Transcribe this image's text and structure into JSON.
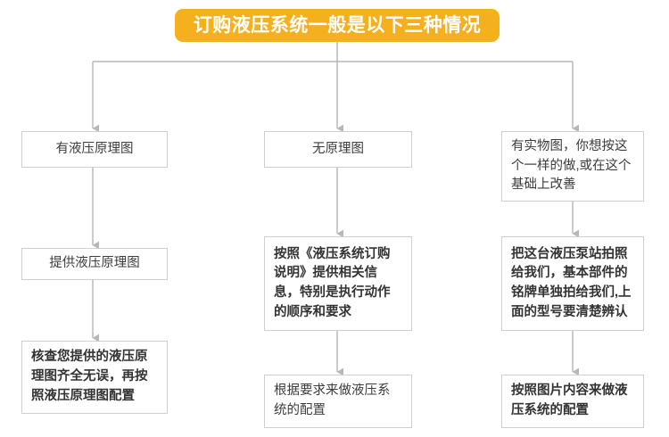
{
  "title": {
    "text": "订购液压系统一般是以下三种情况",
    "pill_color": "#f5b01e",
    "text_color": "#ffffff"
  },
  "style": {
    "box_border_color": "#cfcfcf",
    "connector_color": "#b7b7b7",
    "text_color": "#3c3c3c"
  },
  "branches": [
    {
      "id": "branch-a",
      "steps": [
        {
          "id": "a1",
          "text": "有液压原理图",
          "align": "center",
          "bold": false
        },
        {
          "id": "a2",
          "text": "提供液压原理图",
          "align": "center",
          "bold": false
        },
        {
          "id": "a3",
          "text": "核查您提供的液压原理图齐全无误，再按照液压原理图配置",
          "align": "left",
          "bold": true
        }
      ]
    },
    {
      "id": "branch-b",
      "steps": [
        {
          "id": "b1",
          "text": "无原理图",
          "align": "center",
          "bold": false
        },
        {
          "id": "b2",
          "text": "按照《液压系统订购说明》提供相关信息，特别是执行动作的顺序和要求",
          "align": "left",
          "bold": true
        },
        {
          "id": "b3",
          "text": "根据要求来做液压系统的配置",
          "align": "left",
          "bold": false
        }
      ]
    },
    {
      "id": "branch-c",
      "steps": [
        {
          "id": "c1",
          "text": "有实物图，你想按这个一样的做,或在这个基础上改善",
          "align": "left",
          "bold": false
        },
        {
          "id": "c2",
          "text": "把这台液压泵站拍照给我们，基本部件的铭牌单独拍给我们,上面的型号要清楚辨认",
          "align": "left",
          "bold": true
        },
        {
          "id": "c3",
          "text": "按照图片内容来做液压系统的配置",
          "align": "left",
          "bold": true
        }
      ]
    }
  ]
}
